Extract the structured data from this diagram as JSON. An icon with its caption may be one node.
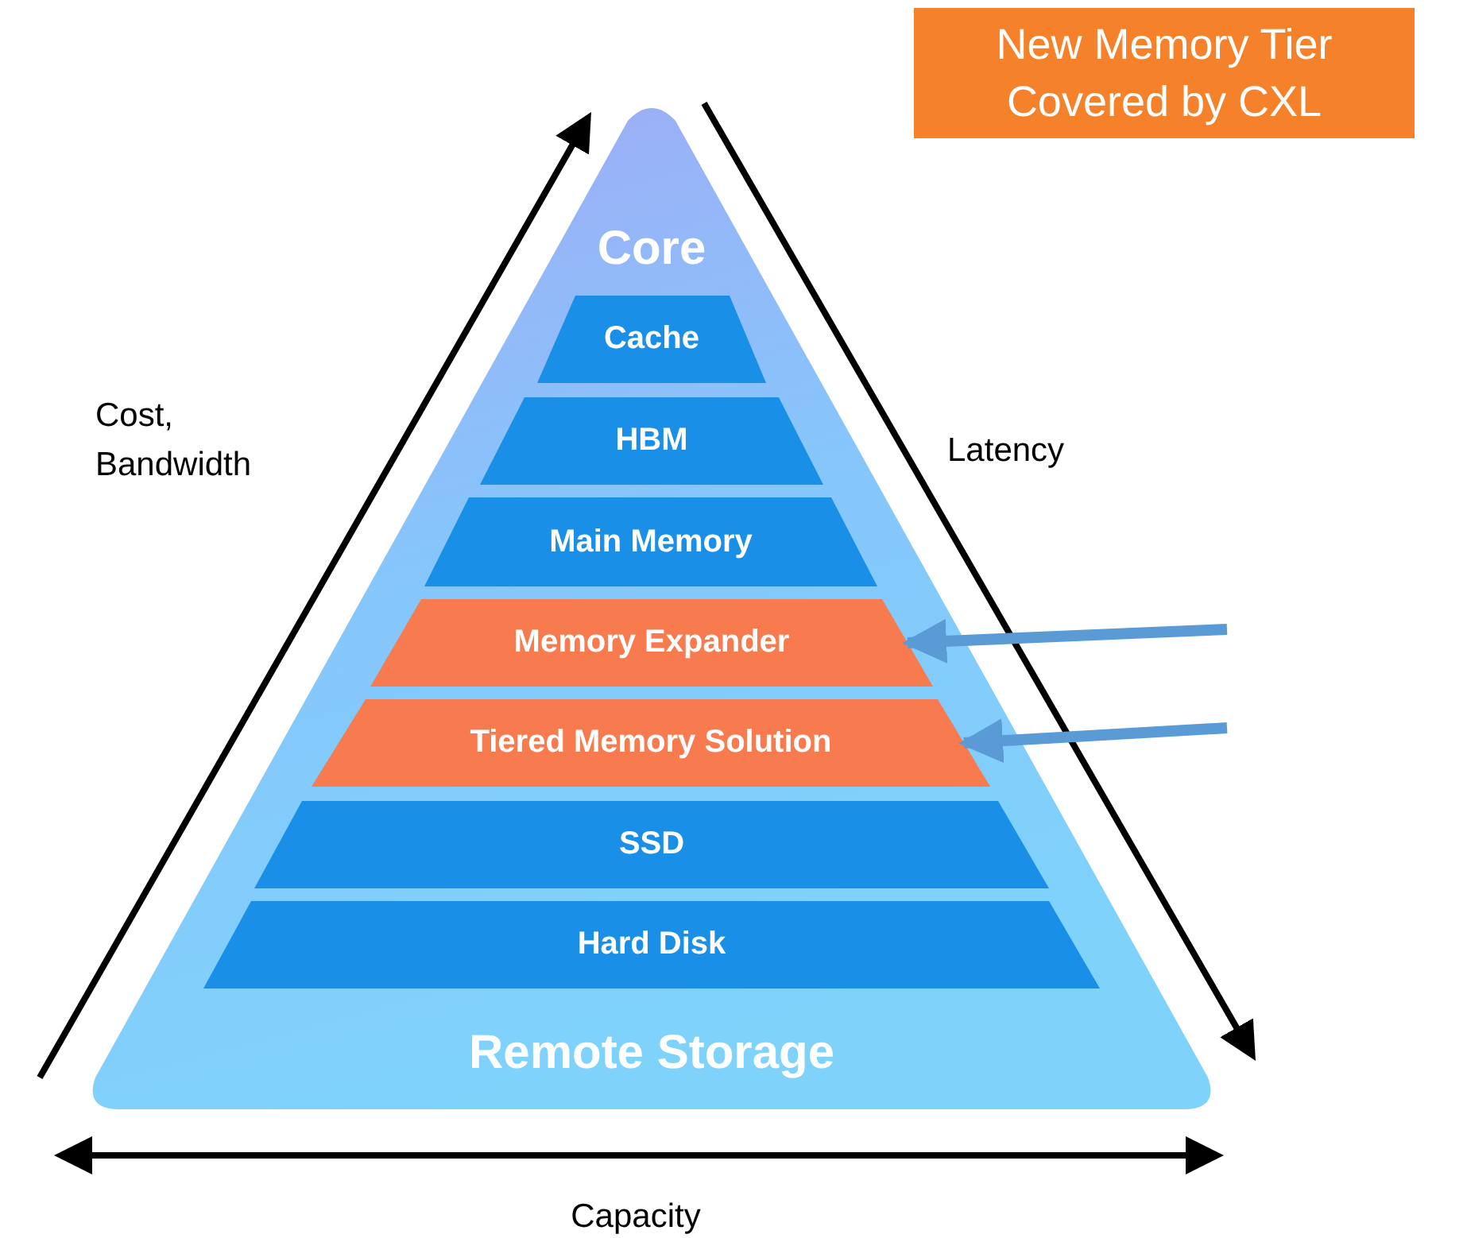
{
  "diagram": {
    "nodes": [
      {
        "text": [
          "Core",
          "Remote Storage"
        ]
      },
      {
        "text": [
          "Cache"
        ],
        "in": 0
      },
      {
        "text": [
          "HBM"
        ],
        "in": 0
      },
      {
        "text": [
          "Main Memory"
        ],
        "in": 0
      },
      {
        "text": [
          "Memory Expander"
        ],
        "in": 0
      },
      {
        "text": [
          "Tiered Memory Solution"
        ],
        "in": 0
      },
      {
        "text": [
          "SSD"
        ],
        "in": 0
      },
      {
        "text": [
          "Hard Disk"
        ],
        "in": 0
      },
      {
        "text": [
          "New Memory Tier Covered by CXL"
        ]
      }
    ],
    "edges": [
      {
        "from": null,
        "to": 4,
        "arrow": "to",
        "color": "#5b9bd5"
      },
      {
        "from": null,
        "to": 5,
        "arrow": "to",
        "color": "#5b9bd5"
      }
    ],
    "labels": [
      "Cost, Bandwidth",
      "Latency",
      "Capacity"
    ]
  }
}
